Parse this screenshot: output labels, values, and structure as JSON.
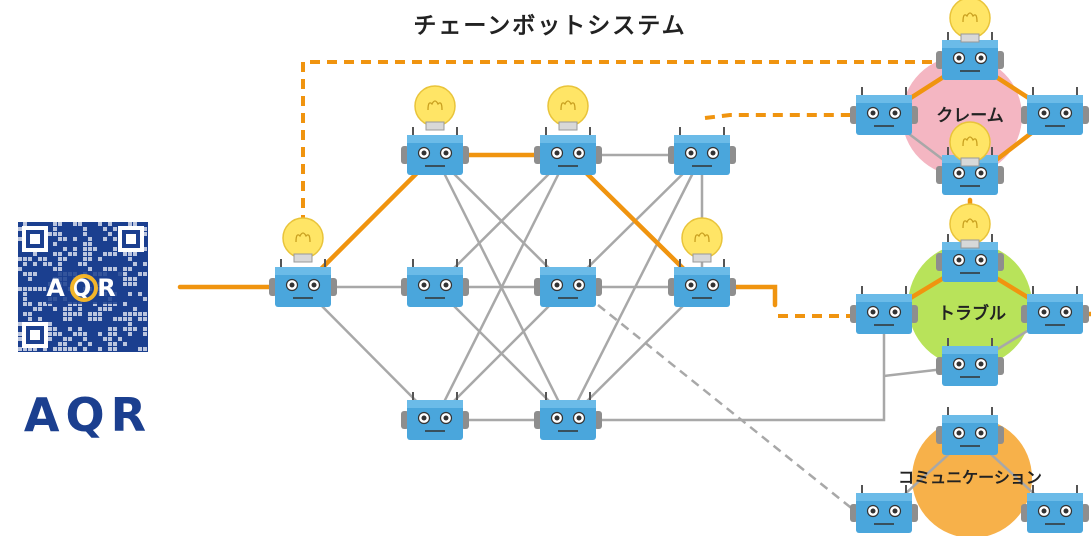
{
  "title": "チェーンボットシステム",
  "brand": {
    "logo_text": "AQR",
    "qr_text": "AQR"
  },
  "groups": [
    {
      "label": "クレーム",
      "color": "#f4b6c2"
    },
    {
      "label": "トラブル",
      "color": "#b8e35a"
    },
    {
      "label": "コミュニケーション",
      "color": "#f7b14a"
    }
  ],
  "colors": {
    "orange_link": "#f0940f",
    "gray_link": "#a8a8a8",
    "robot_body": "#4aa6dc",
    "robot_ear": "#8e8e8e",
    "bulb": "#ffe566",
    "qr_blue": "#1b3f8f"
  },
  "icons": [
    "robot-icon",
    "light-bulb-icon",
    "qr-code-icon"
  ]
}
